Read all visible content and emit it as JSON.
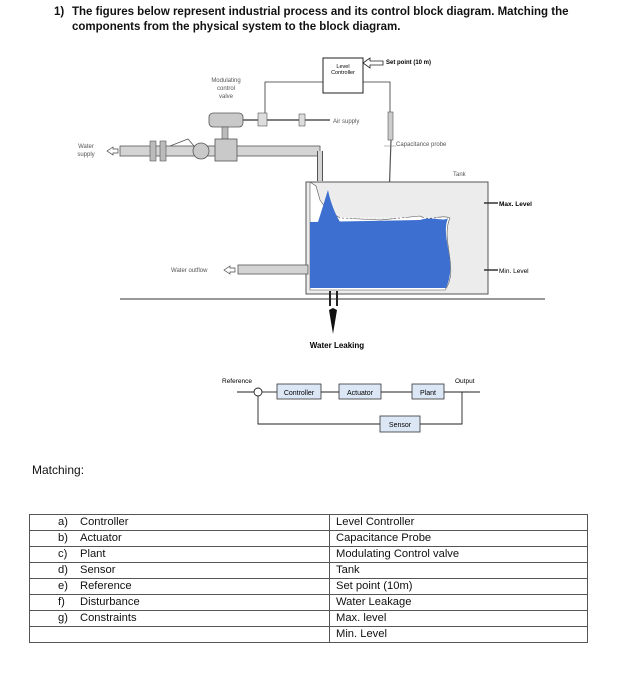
{
  "question": {
    "number": "1)",
    "text": "The figures below represent industrial process and its control block diagram. Matching the components from the physical system to the block diagram."
  },
  "process_diagram": {
    "level_controller": "Level Controller",
    "set_point": "Set point (10 m)",
    "modulating_valve": "Modulating control valve",
    "air_supply": "Air supply",
    "capacitance_probe": "Capacitance probe",
    "water_supply": "Water supply",
    "tank": "Tank",
    "max_level": "Max. Level",
    "min_level": "Min. Level",
    "water_outflow": "Water outflow",
    "water_leaking": "Water Leaking"
  },
  "block_diagram": {
    "reference": "Reference",
    "output": "Output",
    "controller": "Controller",
    "actuator": "Actuator",
    "plant": "Plant",
    "sensor": "Sensor"
  },
  "matching_label": "Matching:",
  "table": {
    "rows": [
      {
        "key": "a)",
        "left": "Controller",
        "right": "Level Controller"
      },
      {
        "key": "b)",
        "left": "Actuator",
        "right": "Capacitance Probe"
      },
      {
        "key": "c)",
        "left": "Plant",
        "right": "Modulating Control valve"
      },
      {
        "key": "d)",
        "left": "Sensor",
        "right": "Tank"
      },
      {
        "key": "e)",
        "left": "Reference",
        "right": "Set point (10m)"
      },
      {
        "key": "f)",
        "left": "Disturbance",
        "right": "Water Leakage"
      },
      {
        "key": "g)",
        "left": "Constraints",
        "right": "Max. level"
      },
      {
        "key": "",
        "left": "",
        "right": "Min. Level"
      }
    ]
  },
  "colors": {
    "water": "#3d6fd0",
    "tank_fill": "#eeeeee",
    "valve": "#c9c9c9"
  }
}
